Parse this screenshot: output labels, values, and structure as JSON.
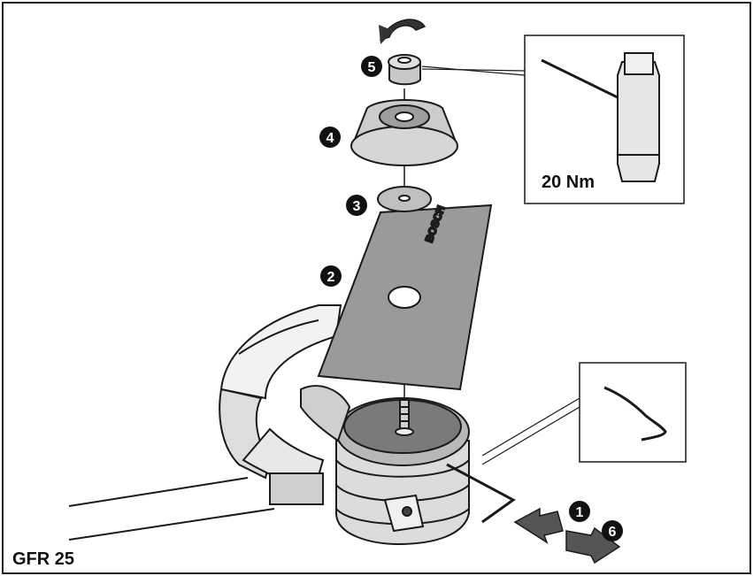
{
  "model_label": "GFR 25",
  "torque_label": "20 Nm",
  "markers": [
    {
      "id": "1",
      "label": "❶"
    },
    {
      "id": "2",
      "label": "❷"
    },
    {
      "id": "3",
      "label": "❸"
    },
    {
      "id": "4",
      "label": "❹"
    },
    {
      "id": "5",
      "label": "❺"
    },
    {
      "id": "6",
      "label": "❻"
    }
  ],
  "blade_brand": "BOSCH",
  "colors": {
    "line": "#1a1a1a",
    "frame": "#222222",
    "gray_dark": "#6f6f6f",
    "gray_mid": "#a8a8a8",
    "gray_light": "#d9d9d9",
    "blade": "#9a9a9a"
  },
  "icons": [
    "rotation-arrow-icon",
    "torque-wrench-icon",
    "hex-key-icon",
    "direction-arrow-icon"
  ]
}
